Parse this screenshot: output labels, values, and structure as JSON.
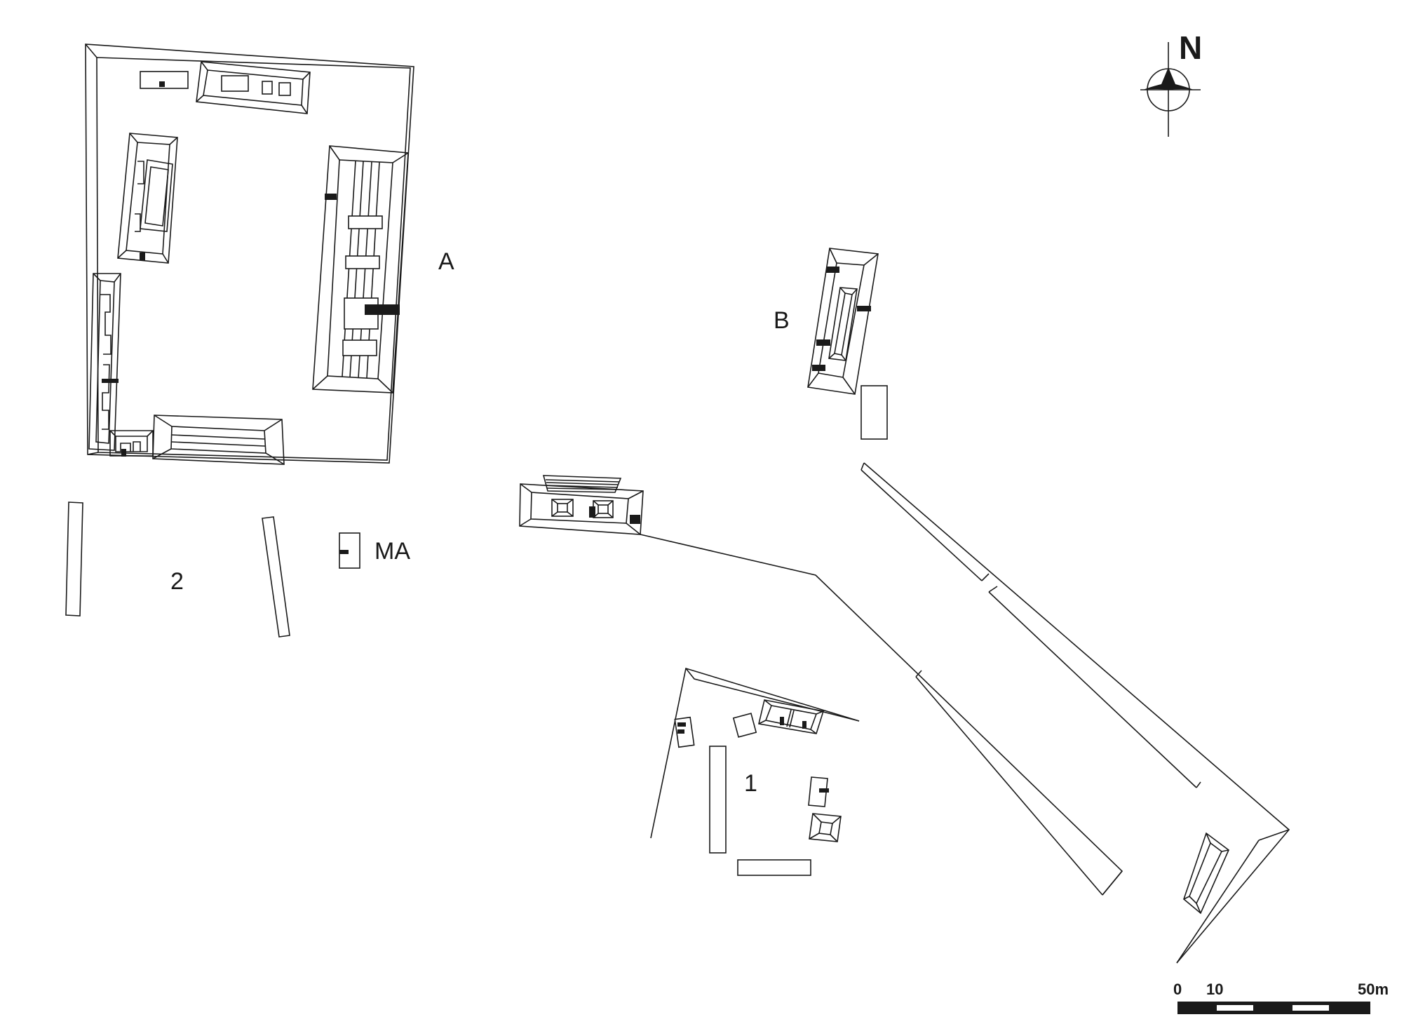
{
  "labels": {
    "complex_a": "A",
    "complex_b": "B",
    "area_ma": "MA",
    "area_1": "1",
    "area_2": "2"
  },
  "north_arrow": {
    "letter": "N"
  },
  "scale_bar": {
    "ticks": [
      "0",
      "10",
      "50m"
    ]
  },
  "colors": {
    "ink": "#1a1a1a",
    "background": "#ffffff"
  }
}
